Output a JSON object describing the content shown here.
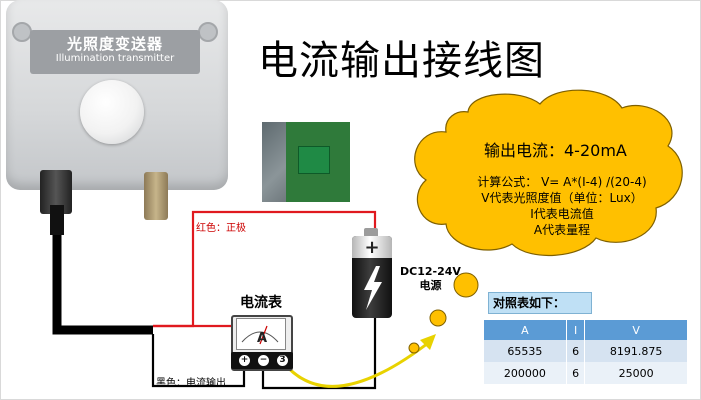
{
  "title": "电流输出接线图",
  "device": {
    "name_cn": "光照度变送器",
    "name_en": "Illumination transmitter"
  },
  "wiring": {
    "red_wire_label": "红色：正极",
    "black_wire_label": "黑色：电流输出",
    "ammeter_label": "电流表",
    "ammeter_face": "A",
    "terminal_plus": "+",
    "terminal_minus": "−",
    "terminal_third": "3",
    "power_voltage": "DC12-24V",
    "power_label": "电源",
    "battery_plus": "+"
  },
  "cloud": {
    "title": "输出电流：4-20mA",
    "formula": "计算公式：       V= A*(I-4) /(20-4)",
    "line_v": "V代表光照度值（单位：Lux）",
    "line_i": "I代表电流值",
    "line_a": "A代表量程"
  },
  "table": {
    "heading": "对照表如下：",
    "columns": [
      "A",
      "I",
      "V"
    ],
    "rows": [
      [
        "65535",
        "6",
        "8191.875"
      ],
      [
        "200000",
        "6",
        "25000"
      ]
    ]
  },
  "colors": {
    "red_wire": "#e0191f",
    "black_wire": "#000000",
    "cloud_fill": "#ffc000",
    "cloud_stroke": "#7f6000",
    "arrow": "#e8d200",
    "table_header": "#5b9bd5"
  }
}
